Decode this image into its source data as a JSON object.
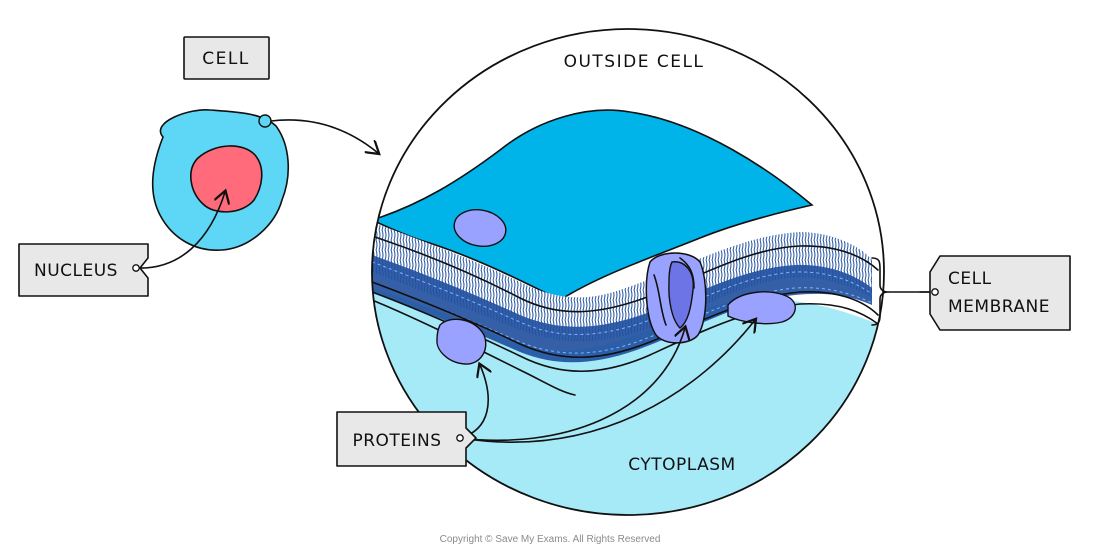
{
  "labels": {
    "cell": "CELL",
    "outside_cell": "OUTSIDE  CELL",
    "nucleus": "NUCLEUS",
    "cell_membrane_line1": "CELL",
    "cell_membrane_line2": "MEMBRANE",
    "proteins": "PROTEINS",
    "cytoplasm": "CYTOPLASM"
  },
  "copyright": "Copyright © Save My Exams. All Rights Reserved",
  "colors": {
    "cell_fill": "#5ed7f7",
    "nucleus_fill": "#ff6b7a",
    "outside_fill": "#00b3e8",
    "cytoplasm_fill": "#a6e9f7",
    "membrane_band": "#1f4f9e",
    "protein_fill": "#9aa2ff",
    "protein_dark": "#6d74e6"
  }
}
